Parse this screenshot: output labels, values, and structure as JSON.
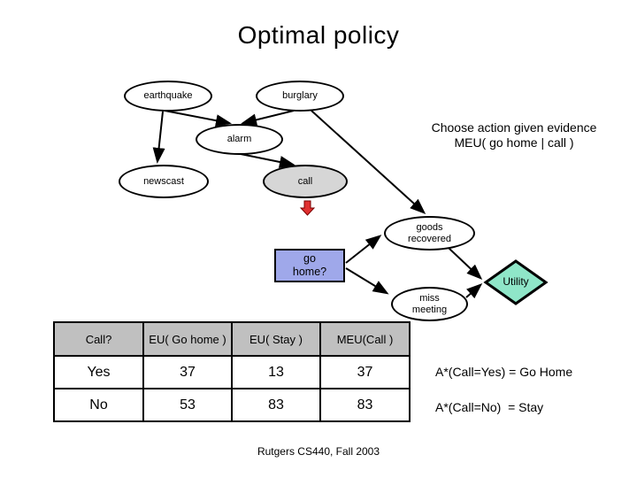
{
  "slide": {
    "title": "Optimal policy",
    "footer": "Rutgers CS440, Fall 2003"
  },
  "diagram": {
    "nodes": {
      "earthquake": {
        "label": "earthquake",
        "type": "chance"
      },
      "burglary": {
        "label": "burglary",
        "type": "chance"
      },
      "alarm": {
        "label": "alarm",
        "type": "chance"
      },
      "newscast": {
        "label": "newscast",
        "type": "chance"
      },
      "call": {
        "label": "call",
        "type": "chance-observed"
      },
      "goods_recovered": {
        "label": "goods\nrecovered",
        "type": "chance"
      },
      "go_home": {
        "label": "go\nhome?",
        "type": "decision"
      },
      "miss_meeting": {
        "label": "miss\nmeeting",
        "type": "chance"
      },
      "utility": {
        "label": "Utility",
        "type": "utility"
      }
    },
    "edges": [
      {
        "from": "earthquake",
        "to": "alarm"
      },
      {
        "from": "burglary",
        "to": "alarm"
      },
      {
        "from": "earthquake",
        "to": "newscast"
      },
      {
        "from": "alarm",
        "to": "call"
      },
      {
        "from": "burglary",
        "to": "goods_recovered"
      },
      {
        "from": "go_home",
        "to": "goods_recovered"
      },
      {
        "from": "go_home",
        "to": "miss_meeting"
      },
      {
        "from": "goods_recovered",
        "to": "utility"
      },
      {
        "from": "miss_meeting",
        "to": "utility"
      }
    ],
    "evidence_marker": "red-down-arrow under call node"
  },
  "annotations": {
    "choose_action_line1": "Choose action given evidence",
    "choose_action_line2": "MEU( go home | call )",
    "policy_yes": "A*(Call=Yes) = Go Home",
    "policy_no": "A*(Call=No)  = Stay"
  },
  "table": {
    "headers": [
      "Call?",
      "EU( Go home )",
      "EU( Stay )",
      "MEU(Call )"
    ],
    "rows": [
      {
        "cells": [
          "Yes",
          "37",
          "13",
          "37"
        ],
        "highlight_col": 1
      },
      {
        "cells": [
          "No",
          "53",
          "83",
          "83"
        ],
        "highlight_col": 2
      }
    ]
  },
  "colors": {
    "decision_node": "#9FA8EA",
    "utility_node": "#8FE6C8",
    "evidence_node": "#D6D6D6",
    "header_bg": "#C0C0C0",
    "highlight_cell": "#FF4747",
    "red_arrow": "#E03030"
  }
}
